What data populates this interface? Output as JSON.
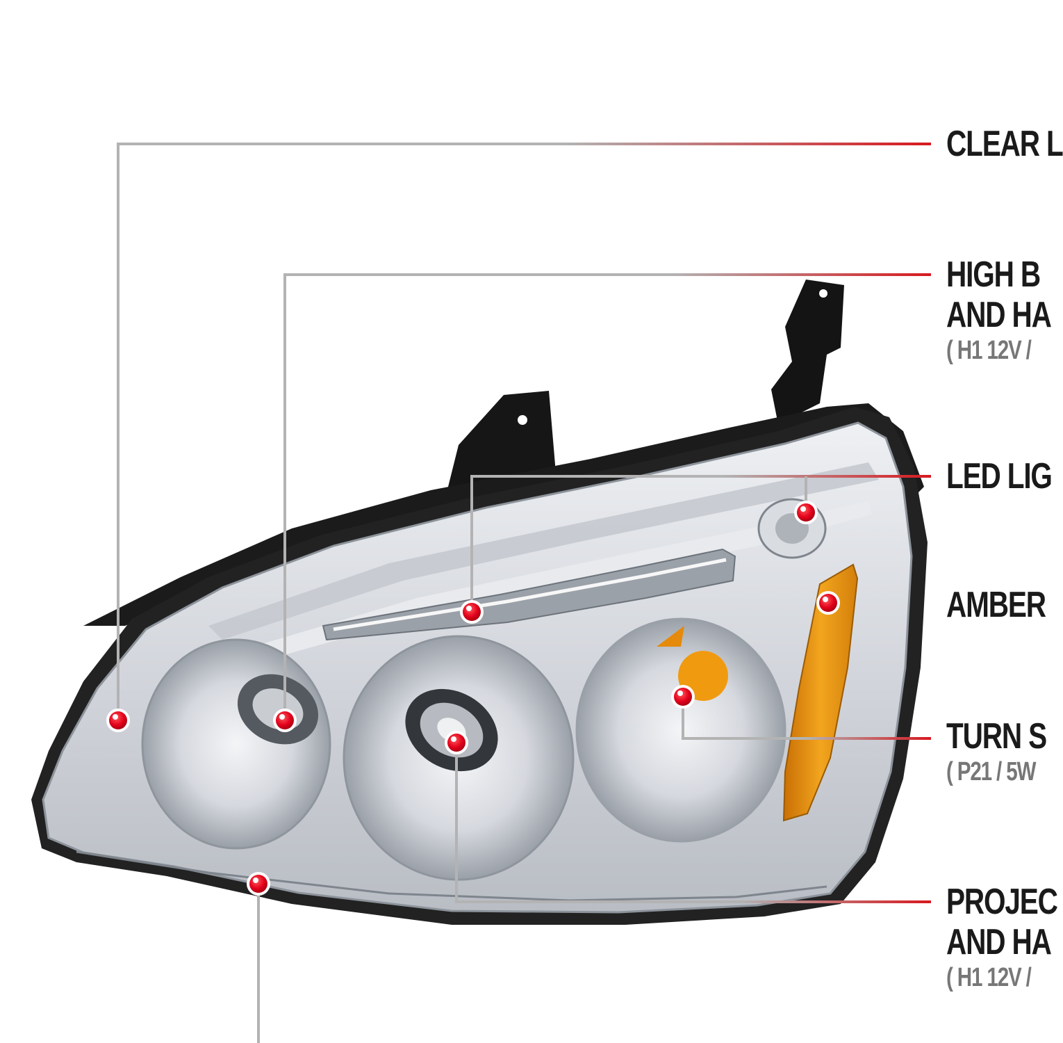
{
  "colors": {
    "leader_gray": "#b3b3b3",
    "leader_red": "#d7191f",
    "marker_red": "#e3001b",
    "amber": "#f0a020",
    "chrome": "#d8dbe0"
  },
  "callouts": [
    {
      "id": "clear-lens",
      "lines": [
        "CLEAR L"
      ],
      "spec": ""
    },
    {
      "id": "high-beam",
      "lines": [
        "HIGH B",
        "AND HA"
      ],
      "spec": "( H1  12V /"
    },
    {
      "id": "led-light",
      "lines": [
        "LED LIG"
      ],
      "spec": ""
    },
    {
      "id": "amber-reflector",
      "lines": [
        "AMBER"
      ],
      "spec": ""
    },
    {
      "id": "turn-signal",
      "lines": [
        "TURN S"
      ],
      "spec": "( P21 / 5W"
    },
    {
      "id": "projector",
      "lines": [
        "PROJEC",
        "AND HA"
      ],
      "spec": "( H1  12V /"
    }
  ]
}
